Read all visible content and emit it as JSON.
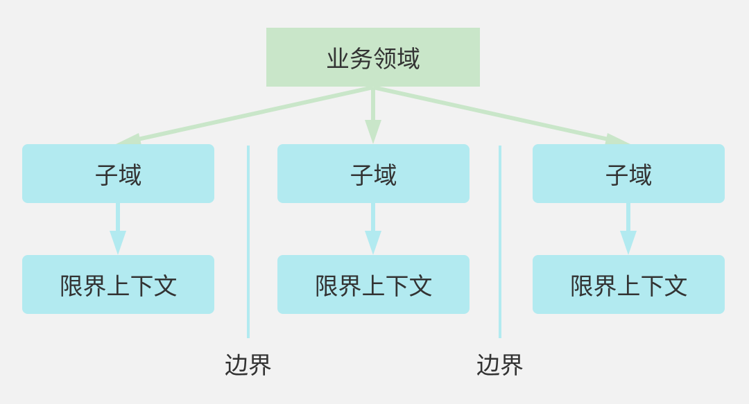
{
  "diagram": {
    "root": {
      "label": "业务领域"
    },
    "columns": [
      {
        "subdomain": "子域",
        "context": "限界上下文"
      },
      {
        "subdomain": "子域",
        "context": "限界上下文"
      },
      {
        "subdomain": "子域",
        "context": "限界上下文"
      }
    ],
    "boundaries": [
      {
        "label": "边界"
      },
      {
        "label": "边界"
      }
    ]
  },
  "colors": {
    "background": "#f2f2f2",
    "root_fill": "#c9e6c9",
    "node_fill": "#b2eaf0",
    "text": "#333333"
  }
}
